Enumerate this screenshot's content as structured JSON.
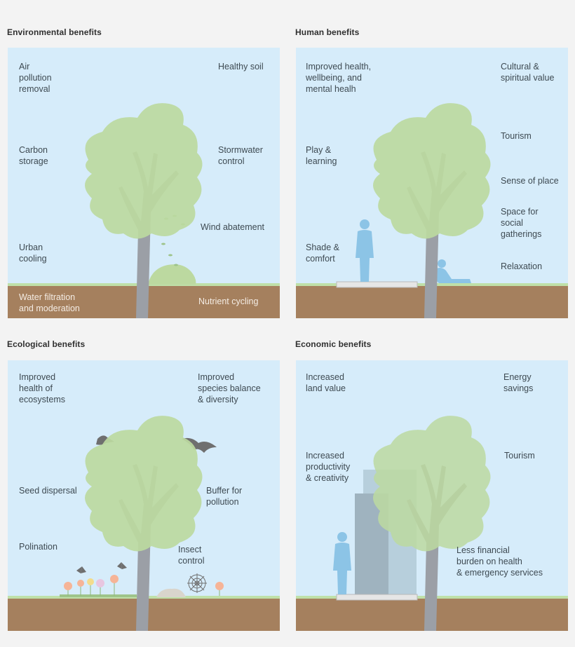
{
  "panels": {
    "environmental": {
      "title": "Environmental benefits",
      "labels": {
        "air": "Air\npollution\nremoval",
        "soil": "Healthy soil",
        "carbon": "Carbon\nstorage",
        "storm": "Stormwater\ncontrol",
        "wind": "Wind abatement",
        "cooling": "Urban\ncooling",
        "water": "Water filtration\nand moderation",
        "nutrient": "Nutrient cycling"
      }
    },
    "human": {
      "title": "Human benefits",
      "labels": {
        "health": "Improved health,\nwellbeing, and\nmental healh",
        "cultural": "Cultural &\nspiritual value",
        "tourism": "Tourism",
        "play": "Play &\nlearning",
        "sense": "Sense of place",
        "social": "Space for\nsocial\ngatherings",
        "shade": "Shade &\ncomfort",
        "relax": "Relaxation"
      }
    },
    "ecological": {
      "title": "Ecological benefits",
      "labels": {
        "eco_health": "Improved\nhealth of\necosystems",
        "species": "Improved\nspecies balance\n& diversity",
        "seed": "Seed dispersal",
        "buffer": "Buffer for\npollution",
        "polination": "Polination",
        "insect": "Insect\ncontrol"
      }
    },
    "economic": {
      "title": "Economic benefits",
      "labels": {
        "land": "Increased\nland value",
        "energy": "Energy\nsavings",
        "productivity": "Increased\nproductivity\n& creativity",
        "tourism": "Tourism",
        "financial": "Less financial\nburden on health\n& emergency services"
      }
    }
  },
  "colors": {
    "sky": "#d6ecfa",
    "soil": "#a5805e",
    "grass": "#bfe0a8",
    "foliage": "#bcd9a0",
    "trunk": "#9b9fa6",
    "figure": "#8cc4e6"
  }
}
